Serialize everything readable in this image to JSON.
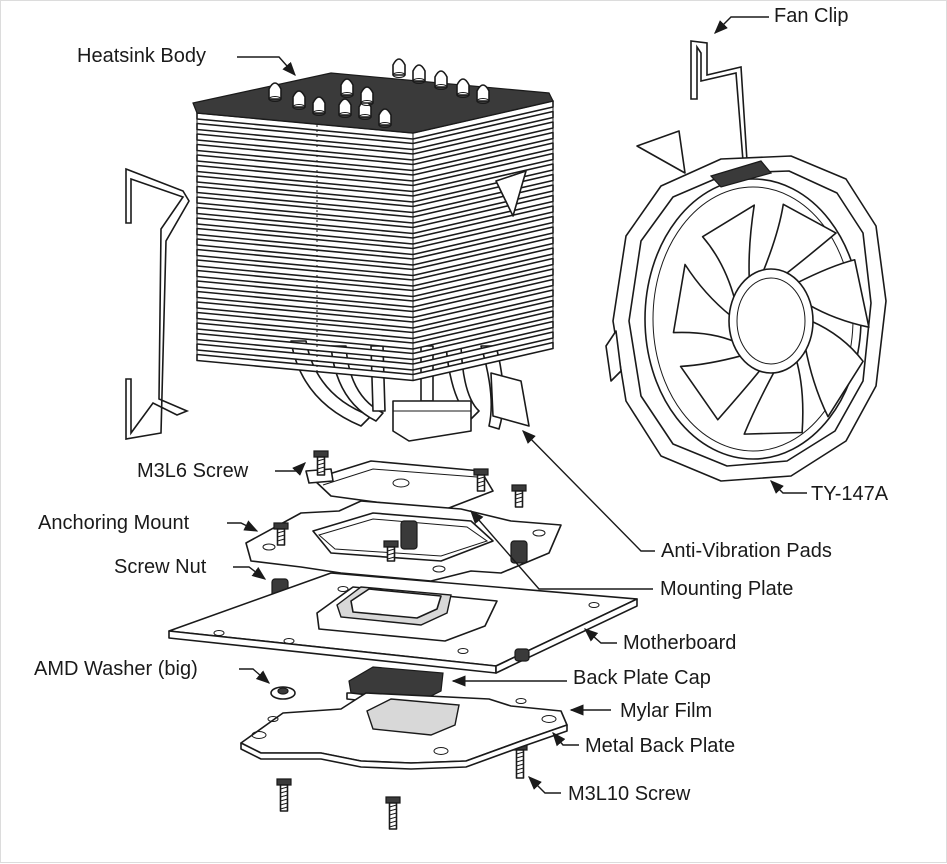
{
  "labels": {
    "heatsink_body": "Heatsink Body",
    "fan_clip": "Fan Clip",
    "ty147a": "TY-147A",
    "anti_vibration_pads": "Anti-Vibration Pads",
    "m3l6_screw": "M3L6 Screw",
    "anchoring_mount": "Anchoring Mount",
    "screw_nut": "Screw Nut",
    "mounting_plate": "Mounting Plate",
    "motherboard": "Motherboard",
    "amd_washer_big": "AMD Washer (big)",
    "back_plate_cap": "Back Plate Cap",
    "mylar_film": "Mylar Film",
    "metal_back_plate": "Metal Back Plate",
    "m3l10_screw": "M3L10 Screw"
  },
  "colors": {
    "line": "#1a1a1a",
    "fill": "#ffffff",
    "top_plate": "#3a3a3a",
    "shade": "#d8d8d8"
  }
}
